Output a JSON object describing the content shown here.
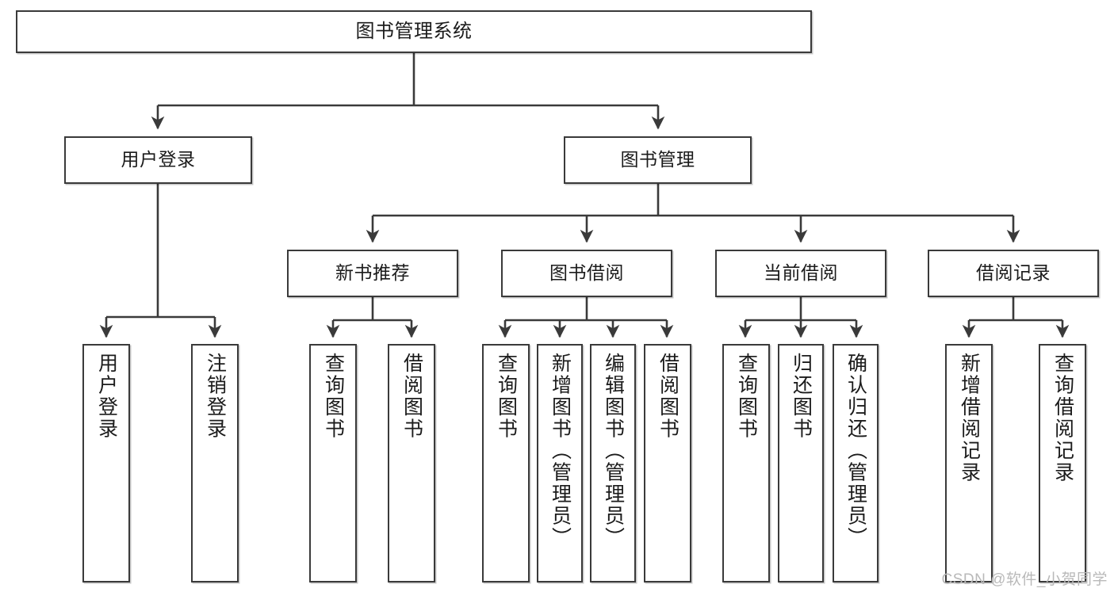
{
  "diagram": {
    "title": "图书管理系统",
    "watermark": "CSDN @软件_小贺同学",
    "stroke_color": "#3a3a3a",
    "background_color": "#ffffff",
    "text_color": "#1b1b1b",
    "nodes": {
      "root": {
        "label": "图书管理系统"
      },
      "level1": [
        {
          "id": "user-login",
          "label": "用户登录"
        },
        {
          "id": "book-management",
          "label": "图书管理"
        }
      ],
      "level2": [
        {
          "id": "new-book-recommend",
          "label": "新书推荐"
        },
        {
          "id": "book-borrow",
          "label": "图书借阅"
        },
        {
          "id": "current-borrow",
          "label": "当前借阅"
        },
        {
          "id": "borrow-record",
          "label": "借阅记录"
        }
      ],
      "leaves": {
        "user-login": [
          {
            "id": "leaf-user-login",
            "label": "用户登录"
          },
          {
            "id": "leaf-logout-login",
            "label": "注销登录"
          }
        ],
        "new-book-recommend": [
          {
            "id": "leaf-query-book-1",
            "label": "查询图书"
          },
          {
            "id": "leaf-borrow-book-1",
            "label": "借阅图书"
          }
        ],
        "book-borrow": [
          {
            "id": "leaf-query-book-2",
            "label": "查询图书"
          },
          {
            "id": "leaf-add-book-admin",
            "label": "新增图书（管理员）"
          },
          {
            "id": "leaf-edit-book-admin",
            "label": "编辑图书（管理员）"
          },
          {
            "id": "leaf-borrow-book-2",
            "label": "借阅图书"
          }
        ],
        "current-borrow": [
          {
            "id": "leaf-query-book-3",
            "label": "查询图书"
          },
          {
            "id": "leaf-return-book",
            "label": "归还图书"
          },
          {
            "id": "leaf-confirm-return-admin",
            "label": "确认归还（管理员）"
          }
        ],
        "borrow-record": [
          {
            "id": "leaf-add-borrow-record",
            "label": "新增借阅记录"
          },
          {
            "id": "leaf-query-borrow-record",
            "label": "查询借阅记录"
          }
        ]
      }
    }
  }
}
